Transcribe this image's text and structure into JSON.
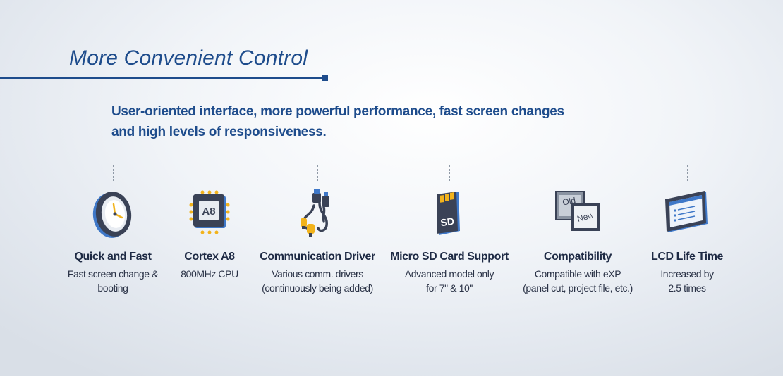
{
  "header": {
    "title": "More Convenient Control",
    "subtitle_line1": "User-oriented interface, more powerful performance, fast screen changes",
    "subtitle_line2": "and high levels of responsiveness."
  },
  "features": [
    {
      "icon": "clock-icon",
      "name": "Quick and Fast",
      "desc_line1": "Fast screen change &",
      "desc_line2": "booting"
    },
    {
      "icon": "cpu-chip-icon",
      "chip_text": "A8",
      "name": "Cortex A8",
      "desc_line1": "800MHz CPU",
      "desc_line2": ""
    },
    {
      "icon": "cable-connector-icon",
      "name": "Communication Driver",
      "desc_line1": "Various comm. drivers",
      "desc_line2": "(continuously being added)"
    },
    {
      "icon": "sd-card-icon",
      "card_text": "SD",
      "name": "Micro SD Card Support",
      "desc_line1": "Advanced model only",
      "desc_line2": "for 7\" & 10\""
    },
    {
      "icon": "old-new-screen-icon",
      "old_text": "Old",
      "new_text": "New",
      "name": "Compatibility",
      "desc_line1": "Compatible with eXP",
      "desc_line2": "(panel cut, project file, etc.)"
    },
    {
      "icon": "lcd-monitor-icon",
      "name": "LCD Life Time",
      "desc_line1": "Increased by",
      "desc_line2": "2.5 times"
    }
  ],
  "colors": {
    "title_blue": "#1e4c8c",
    "icon_dark": "#3a4256",
    "icon_blue": "#3f78c8",
    "icon_yellow": "#f2b31c",
    "text_dark": "#1e2a44"
  }
}
